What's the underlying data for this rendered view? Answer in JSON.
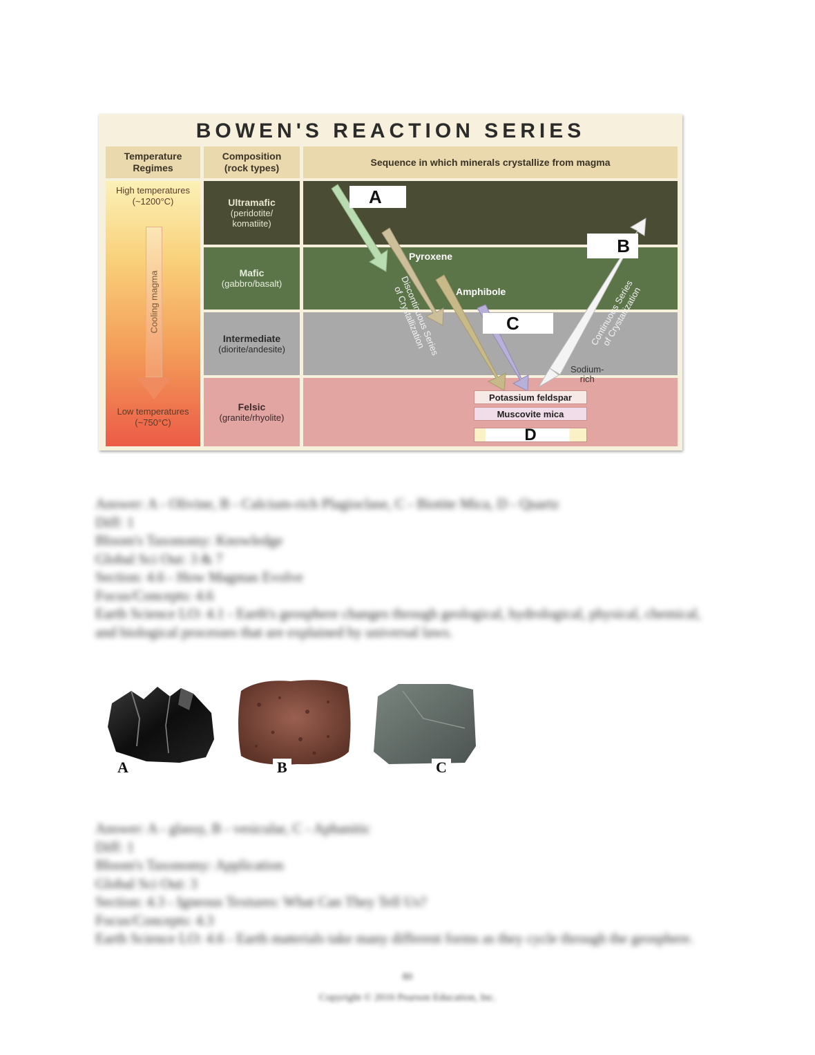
{
  "figure": {
    "title": "BOWEN'S REACTION SERIES",
    "headers": {
      "temperature": [
        "Temperature",
        "Regimes"
      ],
      "composition": [
        "Composition",
        "(rock types)"
      ],
      "sequence": "Sequence in which minerals crystallize from magma"
    },
    "temperature": {
      "high": [
        "High temperatures",
        "(~1200°C)"
      ],
      "low": [
        "Low temperatures",
        "(~750°C)"
      ],
      "arrow_label": "Cooling magma"
    },
    "compositions": [
      {
        "name": "Ultramafic",
        "rocks": [
          "(peridotite/",
          "komatiite)"
        ]
      },
      {
        "name": "Mafic",
        "rocks": [
          "(gabbro/basalt)"
        ]
      },
      {
        "name": "Intermediate",
        "rocks": [
          "(diorite/andesite)"
        ]
      },
      {
        "name": "Felsic",
        "rocks": [
          "(granite/rhyolite)"
        ]
      }
    ],
    "labels": {
      "a": "A",
      "b": "B",
      "c": "C",
      "d": "D",
      "pyroxene": "Pyroxene",
      "amphibole": "Amphibole",
      "discontinuous": [
        "Discontinuous Series",
        "of Crystallization"
      ],
      "continuous": [
        "Continuous Series",
        "of Crystallization"
      ],
      "sodium": [
        "Sodium-",
        "rich"
      ],
      "potassium_feldspar": "Potassium feldspar",
      "muscovite_mica": "Muscovite mica"
    }
  },
  "answer1": {
    "lines": [
      "Answer: A - Olivine, B - Calcium-rich Plagioclase, C - Biotite Mica, D - Quartz",
      "Diff: 1",
      "Bloom's Taxonomy: Knowledge",
      "Global Sci Out: 3 & 7",
      "Section: 4.6 - How Magmas Evolve",
      "Focus/Concepts: 4.6",
      "Earth Science LO: 4.1 - Earth's geosphere changes through geological, hydrological, physical, chemical, and biological processes that are explained by universal laws."
    ]
  },
  "rocks": [
    {
      "label": "A"
    },
    {
      "label": "B"
    },
    {
      "label": "C"
    }
  ],
  "answer2": {
    "lines": [
      "Answer: A - glassy, B - vesicular, C - Aphanitic",
      "Diff: 1",
      "Bloom's Taxonomy: Application",
      "Global Sci Out: 3",
      "Section: 4.3 - Igneous Textures: What Can They Tell Us?",
      "Focus/Concepts: 4.3",
      "Earth Science LO: 4.6 - Earth materials take many different forms as they cycle through the geosphere."
    ]
  },
  "footer": {
    "page_number": "80",
    "copyright": "Copyright © 2016 Pearson Education, Inc."
  }
}
